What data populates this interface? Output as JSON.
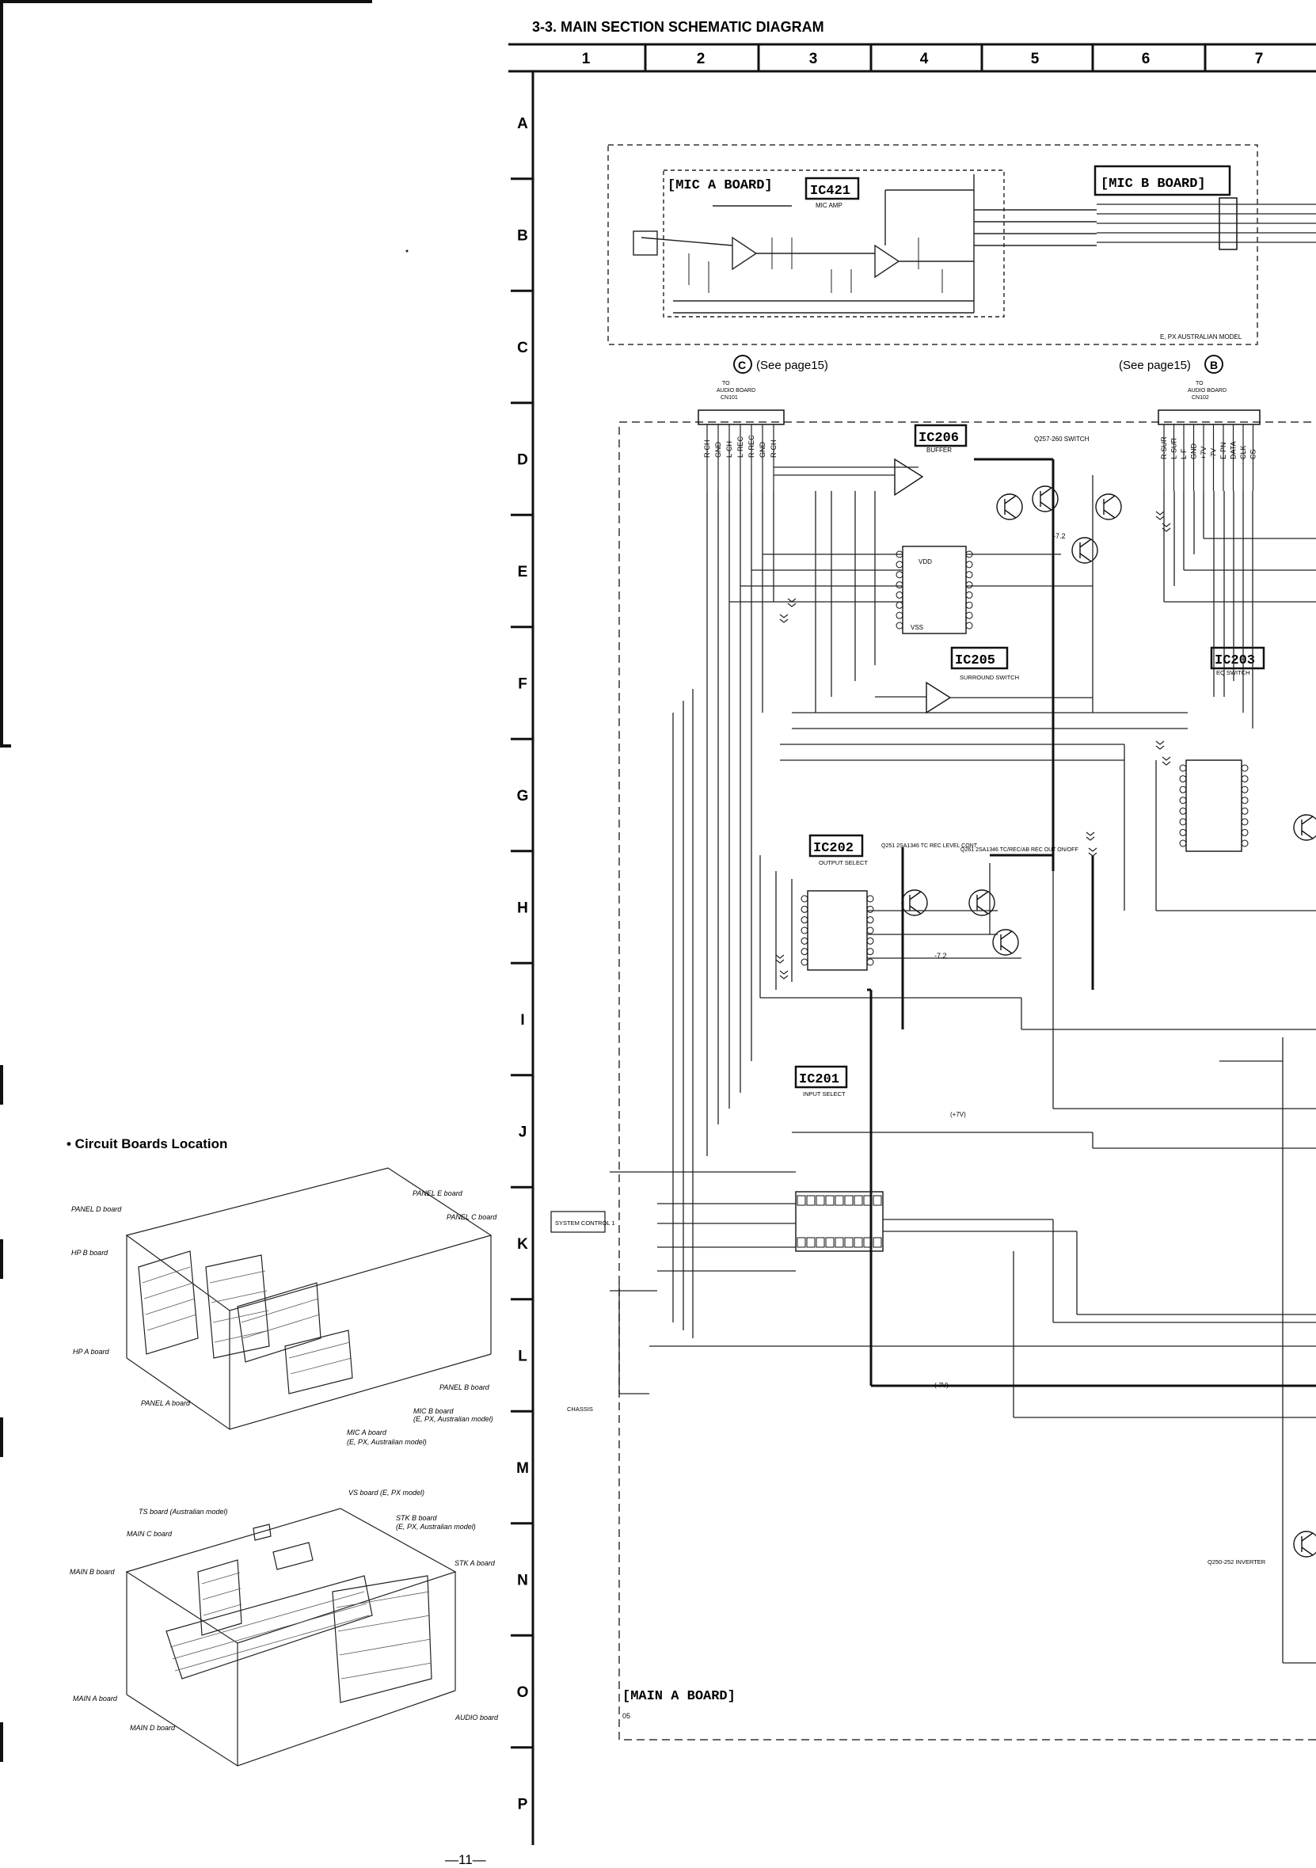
{
  "header": {
    "title": "3-3.  MAIN SECTION SCHEMATIC DIAGRAM"
  },
  "grid": {
    "columns": [
      "1",
      "2",
      "3",
      "4",
      "5",
      "6",
      "7"
    ],
    "rows": [
      "A",
      "B",
      "C",
      "D",
      "E",
      "F",
      "G",
      "H",
      "I",
      "J",
      "K",
      "L",
      "M",
      "N",
      "O",
      "P"
    ]
  },
  "boards": {
    "mic_a": "[MIC A BOARD]",
    "mic_b": "[MIC B BOARD]",
    "main_a": "[MAIN A BOARD]",
    "main_a_sub": "05",
    "mic_note": "E, PX AUSTRALIAN MODEL"
  },
  "refs": {
    "c_label": "C",
    "c_text": "(See page15)",
    "c_sub1": "TO",
    "c_sub2": "AUDIO BOARD",
    "c_sub3": "CN101",
    "b_label": "B",
    "b_text": "(See page15)",
    "b_sub1": "TO",
    "b_sub2": "AUDIO BOARD",
    "b_sub3": "CN102"
  },
  "ics": [
    {
      "id": "IC421",
      "desc": "MIC AMP"
    },
    {
      "id": "IC206",
      "desc": "BUFFER"
    },
    {
      "id": "IC205",
      "desc": "SURROUND SWITCH"
    },
    {
      "id": "IC203",
      "desc": "EQ SWITCH"
    },
    {
      "id": "IC202",
      "desc": "OUTPUT SELECT"
    },
    {
      "id": "IC201",
      "desc": "INPUT SELECT"
    }
  ],
  "connector_d_pins": [
    "R-CH",
    "GND",
    "L-CH",
    "L-REC",
    "R-REC",
    "GND",
    "R-CH"
  ],
  "connector_d2_pins": [
    "R-SUR",
    "L-SUR",
    "L-F",
    "GND",
    "+7V",
    "-7V",
    "E-PN",
    "DATA",
    "CLK",
    "CS"
  ],
  "misc_labels": {
    "q257": "Q257-260 SWITCH",
    "system_control": "SYSTEM CONTROL 1",
    "chassis": "CHASSIS",
    "q250": "Q250-252 INVERTER",
    "q251": "Q251 2SA1346 TC REC LEVEL CONT",
    "q261": "Q261 2SA1346 TC/REC/AB REC OUT ON/OFF",
    "rail_neg": "(-7V)",
    "rail_pos": "(+7V)",
    "v72": "-7.2",
    "vdd": "VDD",
    "vss": "VSS"
  },
  "circuit_boards": {
    "title": "•  Circuit Boards Location",
    "top_labels": [
      "PANEL D board",
      "HP B board",
      "HP A board",
      "PANEL A board",
      "PANEL E board",
      "PANEL C board",
      "PANEL B board",
      "MIC B board",
      "(E, PX, Australian model)",
      "MIC A board",
      "(E, PX, Australian model)"
    ],
    "bottom_labels": [
      "TS board (Australian model)",
      "VS board (E, PX model)",
      "MAIN C board",
      "STK B board",
      "(E, PX, Australian model)",
      "MAIN B board",
      "STK A board",
      "MAIN A board",
      "AUDIO board",
      "MAIN D board"
    ]
  },
  "footer": {
    "page": "—11—"
  }
}
